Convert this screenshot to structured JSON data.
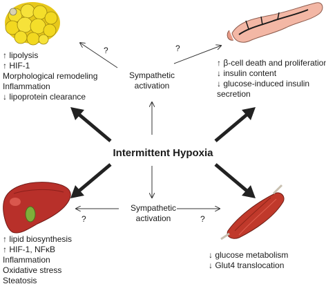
{
  "center_label": "Intermittent Hypoxia",
  "sympathetic_top": [
    "Sympathetic",
    "activation"
  ],
  "sympathetic_bottom": [
    "Sympathetic",
    "activation"
  ],
  "question_mark": "?",
  "adipose": {
    "icon": "adipose-tissue-icon",
    "effects": [
      "↑ lipolysis",
      "↑ HIF-1",
      "Morphological remodeling",
      "Inflammation",
      "↓ lipoprotein clearance"
    ]
  },
  "pancreas": {
    "icon": "pancreas-icon",
    "effects": [
      "↑ β-cell death and proliferation",
      "↓ insulin content",
      "↓ glucose-induced insulin",
      "secretion"
    ]
  },
  "liver": {
    "icon": "liver-icon",
    "effects": [
      "↑ lipid biosynthesis",
      "↑ HIF-1, NFκB",
      "Inflammation",
      "Oxidative stress",
      "Steatosis"
    ]
  },
  "muscle": {
    "icon": "muscle-icon",
    "effects": [
      "↓ glucose metabolism",
      "↓ Glut4 translocation"
    ]
  },
  "colors": {
    "adipose_yellow": "#f2dc1c",
    "pancreas_pink": "#f3b7a5",
    "liver_red": "#b8302a",
    "muscle_red": "#c0392b",
    "arrow": "#222222"
  }
}
